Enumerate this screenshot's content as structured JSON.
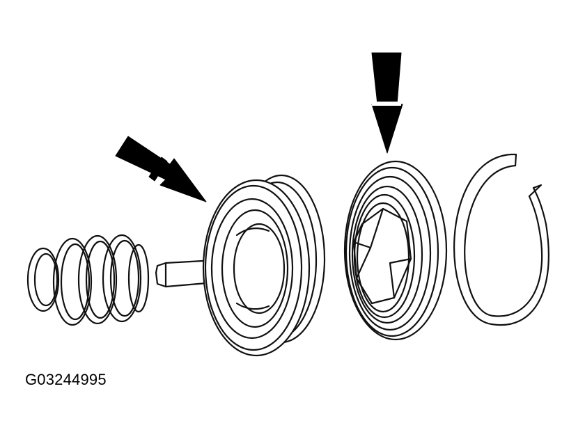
{
  "figure": {
    "id_label": "G03244995"
  },
  "colors": {
    "line": "#111111",
    "background": "#ffffff"
  },
  "parts": [
    "spring",
    "valve-piston",
    "cap",
    "snap-ring"
  ],
  "callouts": [
    "arrow-piston",
    "arrow-cap"
  ]
}
